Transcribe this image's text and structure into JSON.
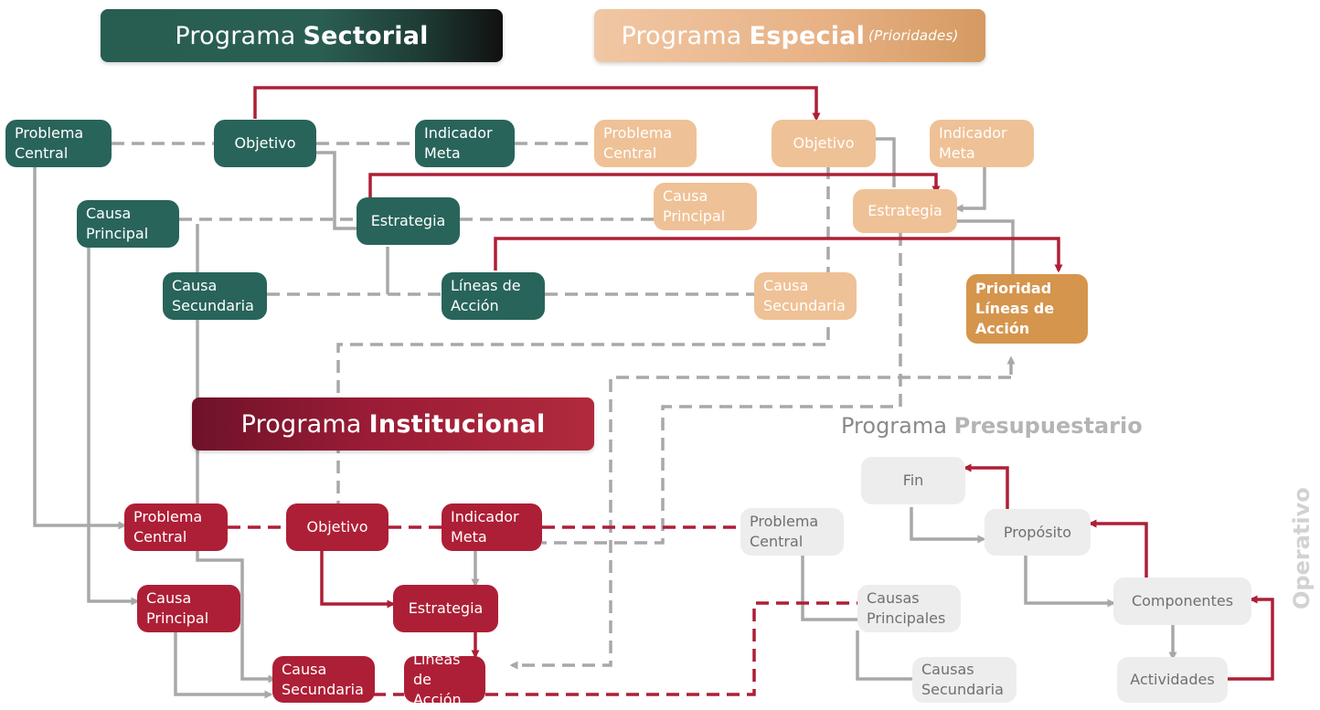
{
  "banners": {
    "sectorial": {
      "prefix": "Programa",
      "bold": "Sectorial"
    },
    "especial": {
      "prefix": "Programa",
      "bold": "Especial",
      "note": "(Prioridades)"
    },
    "institucional": {
      "prefix": "Programa",
      "bold": "Institucional"
    },
    "presupuestario": {
      "prefix": "Programa",
      "bold": "Presupuestario"
    },
    "operativo": "Operativo"
  },
  "sectorial": {
    "problema_central": "Problema\nCentral",
    "objetivo": "Objetivo",
    "indicador_meta": "Indicador\nMeta",
    "causa_principal": "Causa\nPrincipal",
    "estrategia": "Estrategia",
    "causa_secundaria": "Causa\nSecundaria",
    "lineas_accion": "Líneas de\nAcción"
  },
  "especial": {
    "problema_central": "Problema\nCentral",
    "objetivo": "Objetivo",
    "indicador_meta": "Indicador\nMeta",
    "causa_principal": "Causa\nPrincipal",
    "estrategia": "Estrategia",
    "causa_secundaria": "Causa\nSecundaria",
    "prioridad_lineas": "Prioridad\nLíneas de\nAcción"
  },
  "institucional": {
    "problema_central": "Problema\nCentral",
    "objetivo": "Objetivo",
    "indicador_meta": "Indicador\nMeta",
    "causa_principal": "Causa\nPrincipal",
    "estrategia": "Estrategia",
    "causa_secundaria": "Causa\nSecundaria",
    "lineas_accion": "Líneas de\nAcción"
  },
  "presupuestario": {
    "fin": "Fin",
    "proposito": "Propósito",
    "problema_central": "Problema\nCentral",
    "componentes": "Componentes",
    "causas_principales": "Causas\nPrincipales",
    "causas_secundaria": "Causas\nSecundaria",
    "actividades": "Actividades"
  },
  "colors": {
    "sectorial": "#28645a",
    "especial": "#efc196",
    "institucional": "#ad1f36",
    "presupuestario": "#ededed",
    "prioridad": "#d5954d",
    "connector_grey": "#a8a8a8",
    "connector_red": "#ad1f36"
  }
}
